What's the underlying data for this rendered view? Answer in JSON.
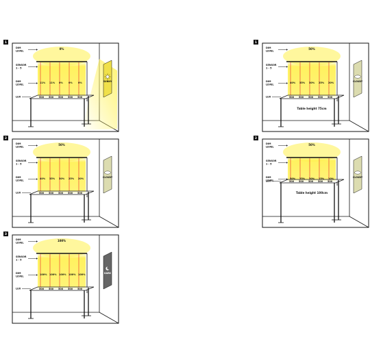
{
  "labels": {
    "dim_level": [
      "DIM",
      "LEVEL"
    ],
    "sensor": [
      "SENSOR",
      "1 - 5"
    ],
    "lux": "LUX"
  },
  "panels": [
    {
      "id": "left-1",
      "badge": "1",
      "top_value": "0%",
      "dims": [
        "11%",
        "11%",
        "0%",
        "0%",
        "0%"
      ],
      "lux": [
        "500",
        "500",
        "500",
        "500",
        "500"
      ],
      "weather": "SUNNY",
      "caption": ""
    },
    {
      "id": "left-2",
      "badge": "2",
      "top_value": "50%",
      "dims": [
        "40%",
        "35%",
        "30%",
        "25%",
        "20%"
      ],
      "lux": [
        "500",
        "500",
        "500",
        "500",
        "500"
      ],
      "weather": "CLOUDY",
      "caption": ""
    },
    {
      "id": "left-3",
      "badge": "3",
      "top_value": "100%",
      "dims": [
        "100%",
        "100%",
        "100%",
        "100%",
        "100%"
      ],
      "lux": [
        "500",
        "500",
        "500",
        "500",
        "500"
      ],
      "weather": "DARK",
      "caption": ""
    },
    {
      "id": "right-1",
      "badge": "1",
      "top_value": "50%",
      "dims": [
        "40%",
        "35%",
        "30%",
        "25%",
        "20%"
      ],
      "lux": [
        "500",
        "500",
        "500",
        "500",
        "500"
      ],
      "weather": "CLOUDY",
      "caption": "Table height 75cm"
    },
    {
      "id": "right-2",
      "badge": "2",
      "top_value": "50%",
      "dims": [
        "30%",
        "25%",
        "20%",
        "15%",
        "10%"
      ],
      "lux": [
        "500",
        "500",
        "500",
        "500",
        "500"
      ],
      "weather": "CLOUDY",
      "caption": "Table height 100cm"
    }
  ],
  "colors": {
    "light": "#fff04d",
    "sensor_line": "#e8262b",
    "sunny_window": "#f0e04a",
    "cloudy_window": "#dcdcb0",
    "dark_window": "#666666"
  }
}
